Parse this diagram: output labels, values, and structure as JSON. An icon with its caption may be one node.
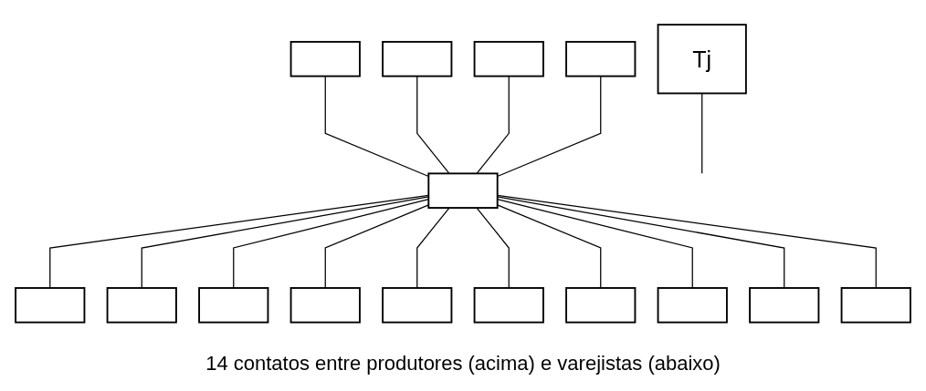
{
  "diagram": {
    "caption": "14 contatos entre produtores (acima) e varejistas (abaixo)",
    "nodes": [
      {
        "text": [],
        "shape": "box"
      },
      {
        "text": [],
        "shape": "box"
      },
      {
        "text": [],
        "shape": "box"
      },
      {
        "text": [],
        "shape": "box"
      },
      {
        "text": [],
        "shape": "box"
      },
      {
        "text": [
          "Tj"
        ]
      },
      {
        "text": [],
        "shape": "box"
      },
      {
        "text": [],
        "shape": "box"
      },
      {
        "text": [],
        "shape": "box"
      },
      {
        "text": [],
        "shape": "box"
      },
      {
        "text": [],
        "shape": "box"
      },
      {
        "text": [],
        "shape": "box"
      },
      {
        "text": [],
        "shape": "box"
      },
      {
        "text": [],
        "shape": "box"
      },
      {
        "text": [],
        "shape": "box"
      },
      {
        "text": [],
        "shape": "box"
      }
    ],
    "edges": [
      {
        "from": 0,
        "to": 4,
        "arrow": "none"
      },
      {
        "from": 1,
        "to": 4,
        "arrow": "none"
      },
      {
        "from": 2,
        "to": 4,
        "arrow": "none"
      },
      {
        "from": 3,
        "to": 4,
        "arrow": "none"
      },
      {
        "from": 4,
        "to": 6,
        "arrow": "none"
      },
      {
        "from": 4,
        "to": 7,
        "arrow": "none"
      },
      {
        "from": 4,
        "to": 8,
        "arrow": "none"
      },
      {
        "from": 4,
        "to": 9,
        "arrow": "none"
      },
      {
        "from": 4,
        "to": 10,
        "arrow": "none"
      },
      {
        "from": 4,
        "to": 11,
        "arrow": "none"
      },
      {
        "from": 4,
        "to": 12,
        "arrow": "none"
      },
      {
        "from": 4,
        "to": 13,
        "arrow": "none"
      },
      {
        "from": 4,
        "to": 14,
        "arrow": "none"
      },
      {
        "from": 4,
        "to": 15,
        "arrow": "none"
      },
      {
        "from": 5,
        "to": null,
        "arrow": "none"
      }
    ]
  }
}
